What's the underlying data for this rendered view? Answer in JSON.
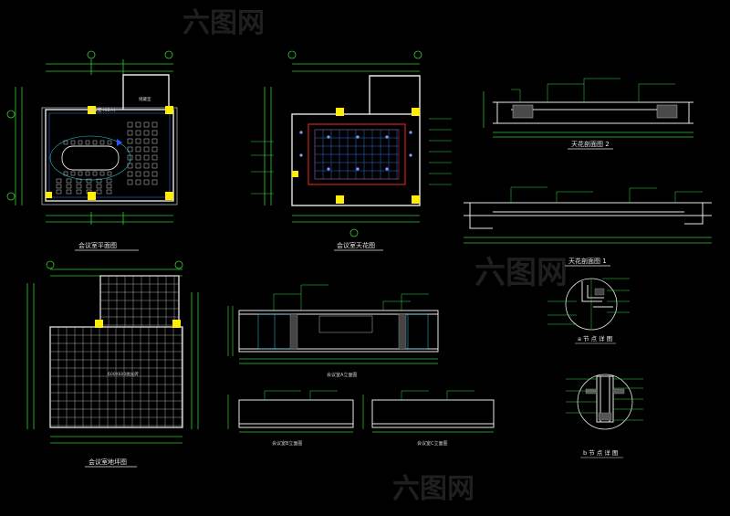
{
  "colors": {
    "background": "#000000",
    "dim_line": "#33cc33",
    "wall": "#e8e8e8",
    "grid_blue": "#3a6cd8",
    "ceiling_red": "#cc2222",
    "column_yellow": "#ffee00",
    "annotation": "#33dd44",
    "cyan": "#33c8e6"
  },
  "watermark": {
    "text": "六图网"
  },
  "titles": {
    "plan": "会议室平面图",
    "ceiling": "会议室天花图",
    "section2": "天花剖面图 2",
    "section1": "天花剖面图 1",
    "floor": "会议室地坪图",
    "elev_a": "会议室A立面图",
    "elev_b": "会议室B立面图",
    "elev_c": "会议室C立面图",
    "detail_a": "a 节 点 详 图",
    "detail_b": "b 节 点 详 图"
  },
  "plan": {
    "room_label": "会议室 (60人)",
    "side_room_label": "储藏室"
  },
  "floor": {
    "center_label": "600X600抛光砖"
  }
}
